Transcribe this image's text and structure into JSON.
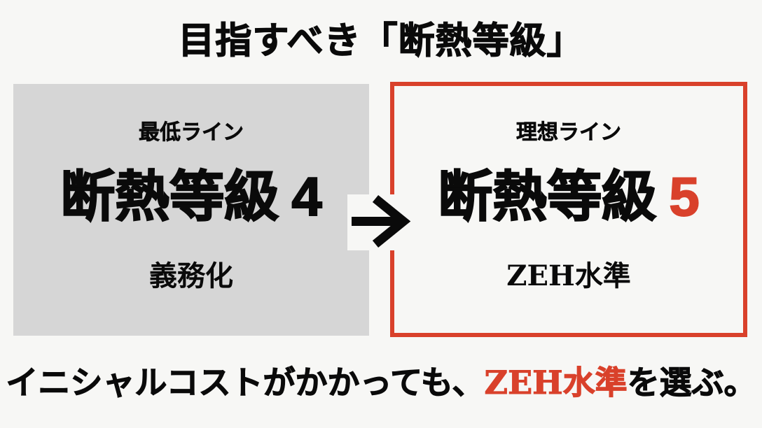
{
  "title": "目指すべき「断熱等級」",
  "colors": {
    "accent": "#d9412b",
    "background": "#f7f7f5",
    "min_box": "#d6d6d6",
    "text": "#0a0a0a"
  },
  "minimum": {
    "label": "最低ライン",
    "grade_text": "断熱等級",
    "grade_number": "4",
    "note": "義務化"
  },
  "arrow": {
    "icon": "right-arrow-icon"
  },
  "ideal": {
    "label": "理想ライン",
    "grade_text": "断熱等級",
    "grade_number": "5",
    "note": "ZEH水準"
  },
  "conclusion": {
    "prefix": "イニシャルコストがかかっても、",
    "highlight": "ZEH水準",
    "suffix": "を選ぶ。"
  }
}
